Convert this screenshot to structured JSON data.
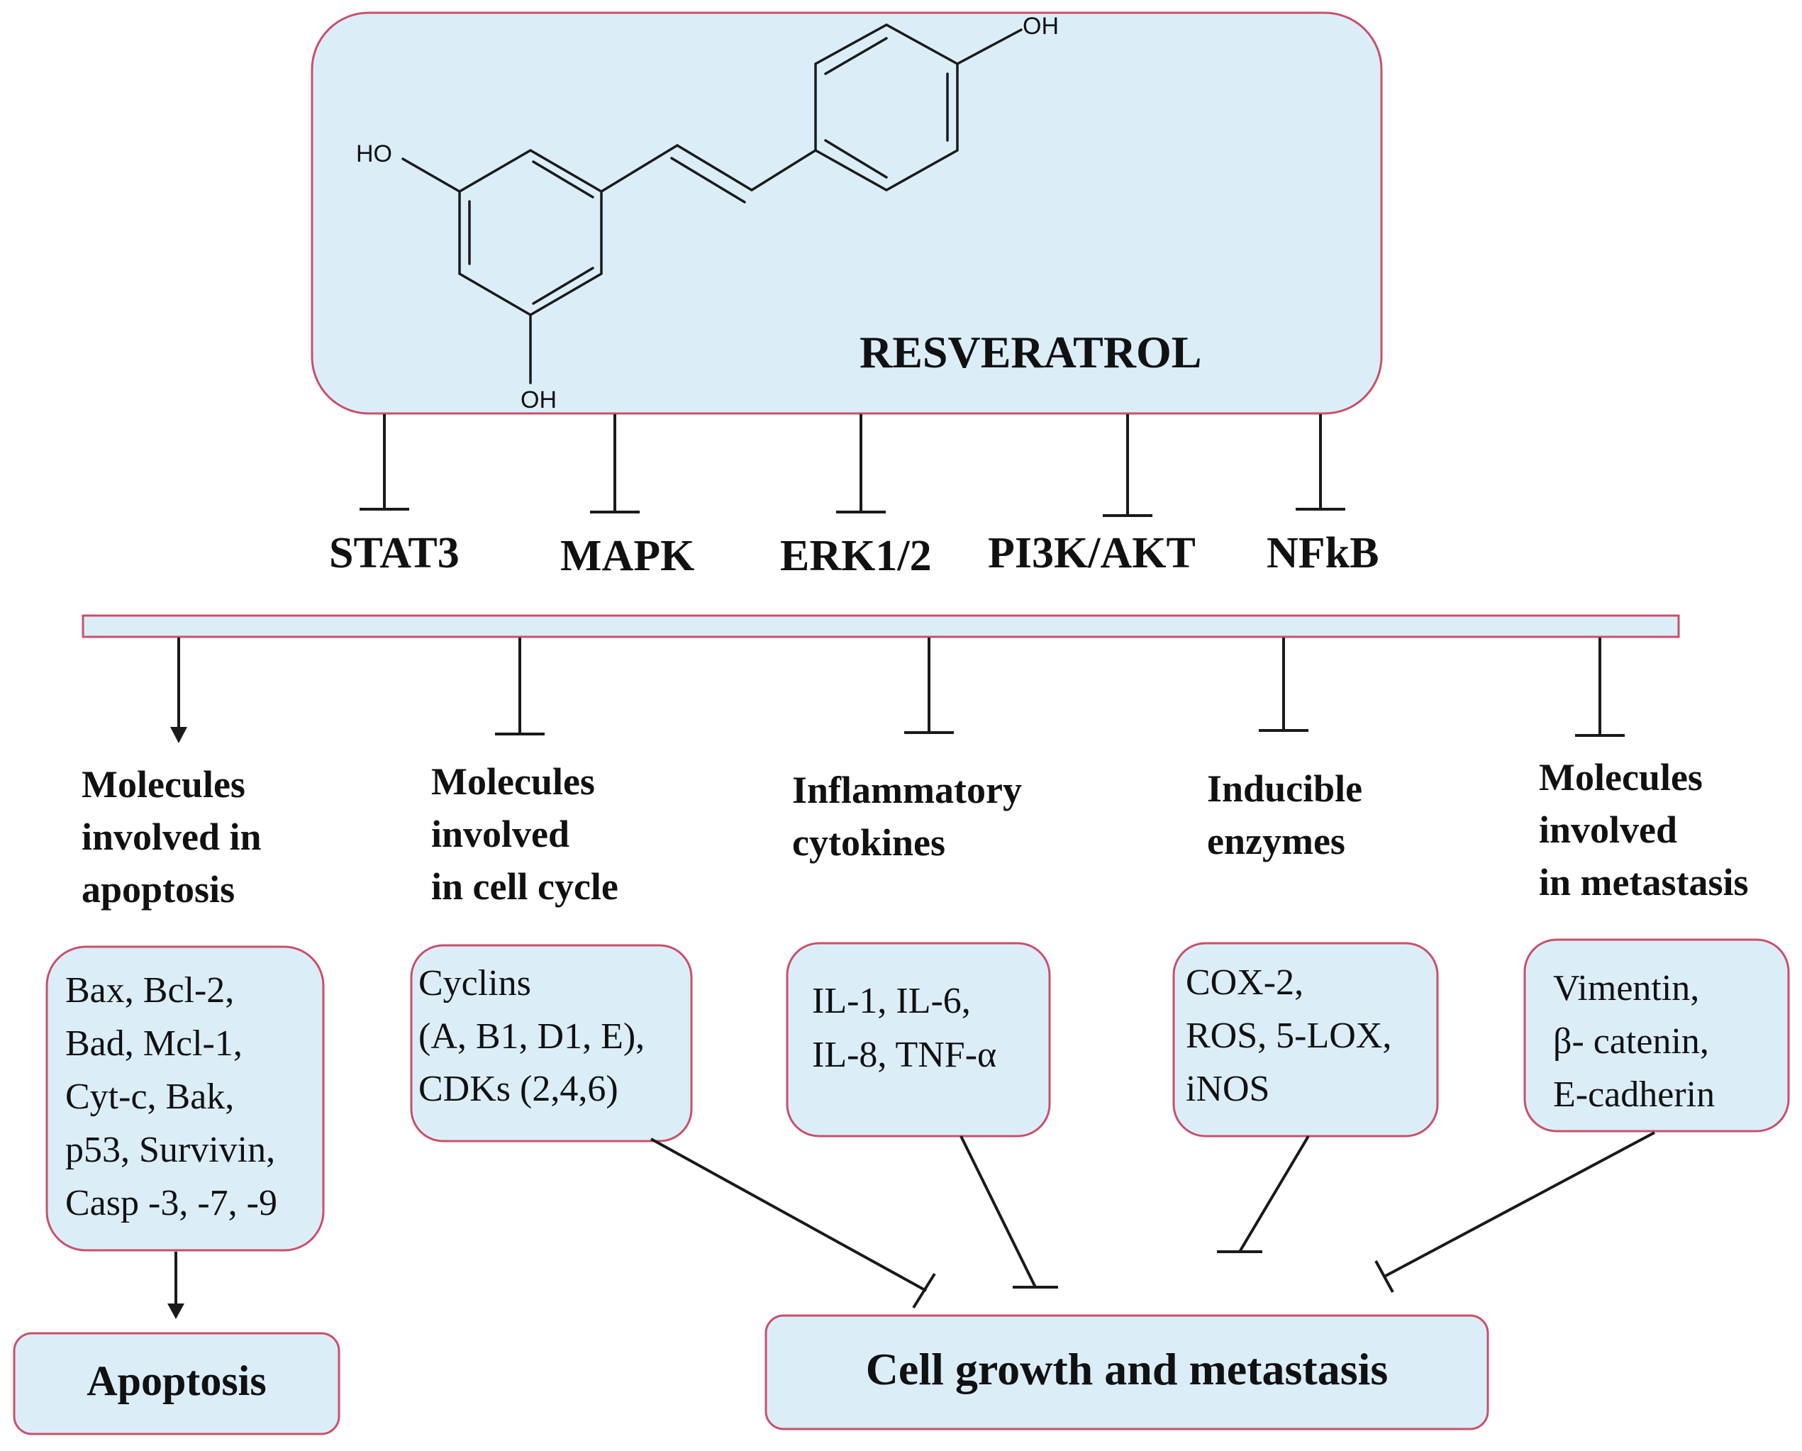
{
  "compound": {
    "name": "RESVERATROL",
    "atom_labels": [
      "OH",
      "HO",
      "OH"
    ]
  },
  "pathways": [
    "STAT3",
    "MAPK",
    "ERK1/2",
    "PI3K/AKT",
    "NFkB"
  ],
  "categories": [
    {
      "label_lines": [
        "Molecules",
        "involved in",
        "apoptosis"
      ],
      "relation": "activates",
      "box_lines": [
        "Bax, Bcl-2,",
        "Bad, Mcl-1,",
        "Cyt-c, Bak,",
        "p53, Survivin,",
        "Casp -3, -7, -9"
      ]
    },
    {
      "label_lines": [
        "Molecules",
        "involved",
        "in cell cycle"
      ],
      "relation": "inhibits",
      "box_lines": [
        "Cyclins",
        "(A, B1, D1, E),",
        "CDKs (2,4,6)"
      ]
    },
    {
      "label_lines": [
        "Inflammatory",
        "cytokines"
      ],
      "relation": "inhibits",
      "box_lines": [
        "IL-1, IL-6,",
        "IL-8, TNF-α"
      ]
    },
    {
      "label_lines": [
        "Inducible",
        "enzymes"
      ],
      "relation": "inhibits",
      "box_lines": [
        "COX-2,",
        "ROS, 5-LOX,",
        "iNOS"
      ]
    },
    {
      "label_lines": [
        "Molecules",
        "involved",
        "in metastasis"
      ],
      "relation": "inhibits",
      "box_lines": [
        "Vimentin,",
        "β- catenin,",
        "E-cadherin"
      ]
    }
  ],
  "outcomes": {
    "apoptosis": "Apoptosis",
    "growth": "Cell growth and metastasis"
  },
  "colors": {
    "box_fill": "#dbeef8",
    "box_border": "#c9506a",
    "line": "#1a1a1a"
  }
}
